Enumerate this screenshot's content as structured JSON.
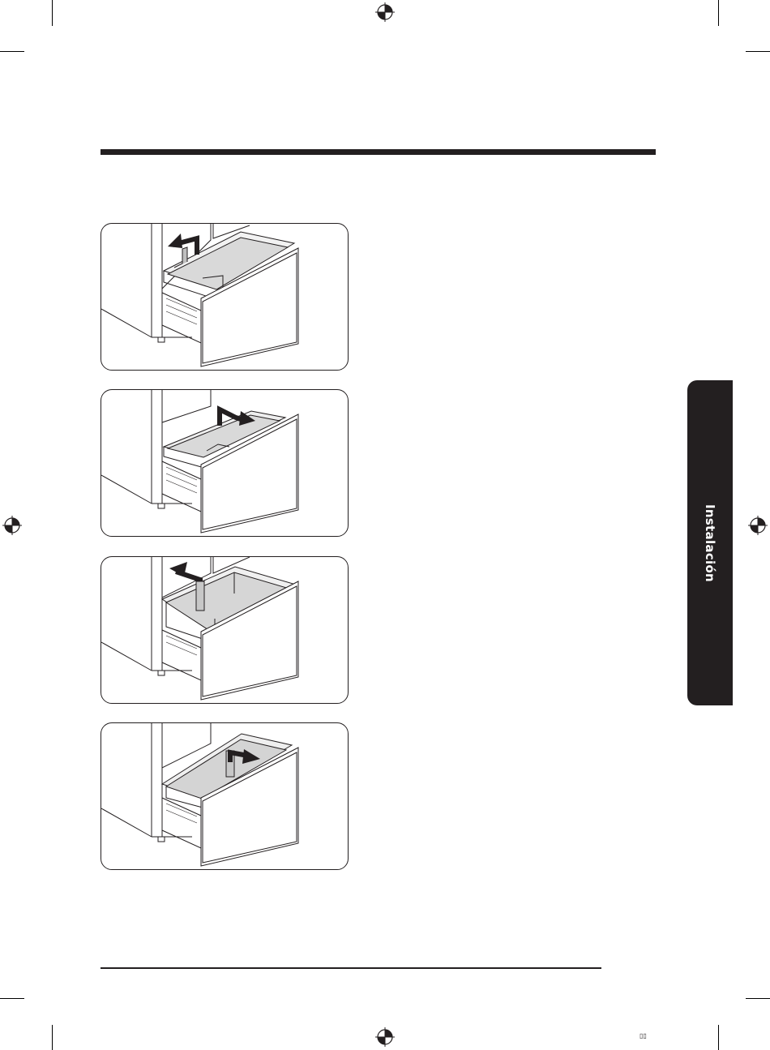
{
  "section_tab": {
    "label": "Instalación"
  },
  "footer": {
    "page_marker": "▯▯"
  },
  "steps": [
    {
      "direction": "up-left"
    },
    {
      "direction": "right"
    },
    {
      "direction": "up-left"
    },
    {
      "direction": "right"
    }
  ]
}
